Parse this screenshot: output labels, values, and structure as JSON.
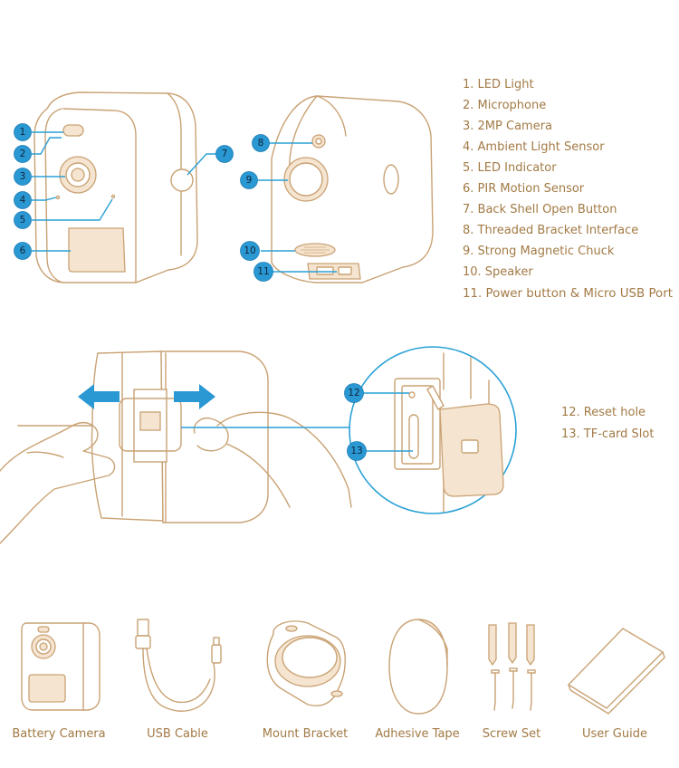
{
  "legend_top": [
    "1. LED Light",
    "2. Microphone",
    "3. 2MP Camera",
    "4. Ambient Light Sensor",
    "5. LED Indicator",
    "6. PIR Motion Sensor",
    "7. Back Shell Open Button",
    "8. Threaded Bracket Interface",
    "9. Strong Magnetic Chuck",
    "10. Speaker",
    "11. Power button & Micro USB Port"
  ],
  "legend_mid": [
    "12. Reset hole",
    "13. TF-card Slot"
  ],
  "markers": {
    "m1": "1",
    "m2": "2",
    "m3": "3",
    "m4": "4",
    "m5": "5",
    "m6": "6",
    "m7": "7",
    "m8": "8",
    "m9": "9",
    "m10": "10",
    "m11": "11",
    "m12": "12",
    "m13": "13"
  },
  "accessories": [
    "Battery Camera",
    "USB Cable",
    "Mount Bracket",
    "Adhesive Tape",
    "Screw Set",
    "User Guide"
  ],
  "colors": {
    "line": "#c9a274",
    "text": "#a27a45",
    "marker": "#2a98d3",
    "accent_fill": "#f5e4cf"
  }
}
